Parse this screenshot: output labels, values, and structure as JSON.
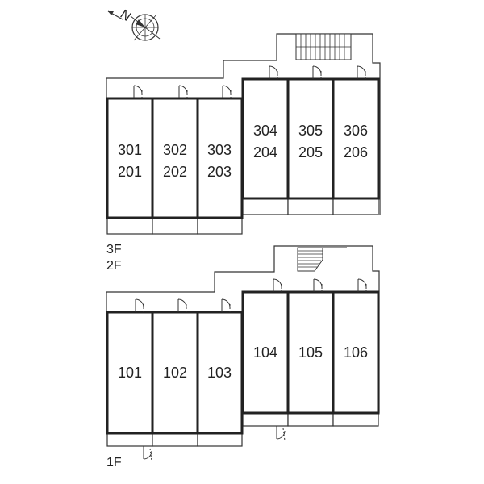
{
  "compass": {
    "icon": "north-compass-icon",
    "north_label": "N"
  },
  "upper_floor": {
    "floor_labels": [
      "3F",
      "2F"
    ],
    "units": [
      {
        "top": "301",
        "bottom": "201"
      },
      {
        "top": "302",
        "bottom": "202"
      },
      {
        "top": "303",
        "bottom": "203"
      },
      {
        "top": "304",
        "bottom": "204"
      },
      {
        "top": "305",
        "bottom": "205"
      },
      {
        "top": "306",
        "bottom": "206"
      }
    ]
  },
  "ground_floor": {
    "floor_label": "1F",
    "units": [
      {
        "label": "101"
      },
      {
        "label": "102"
      },
      {
        "label": "103"
      },
      {
        "label": "104"
      },
      {
        "label": "105"
      },
      {
        "label": "106"
      }
    ]
  }
}
